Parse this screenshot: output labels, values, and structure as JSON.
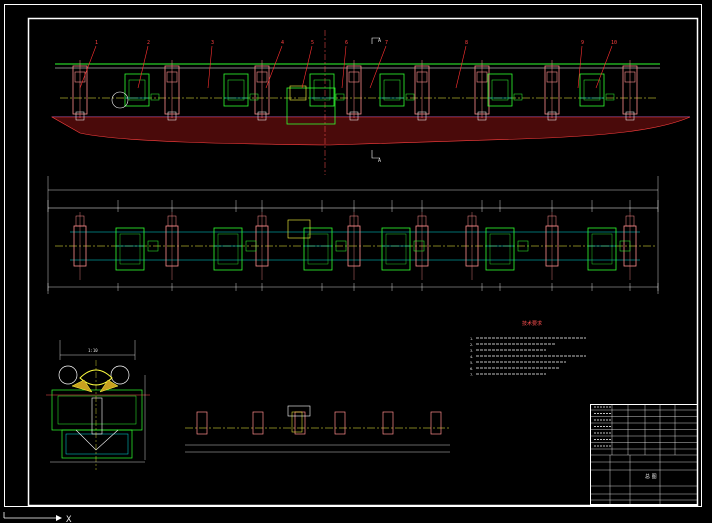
{
  "drawing": {
    "section_marks": [
      "A",
      "A"
    ],
    "scale_text": "1:10",
    "ucs_axis_x": "X",
    "callouts": [
      "1",
      "2",
      "3",
      "4",
      "5",
      "6",
      "7",
      "8",
      "9",
      "10"
    ]
  },
  "notes": {
    "title": "技术要求",
    "lines": [
      "1.",
      "2.",
      "3.",
      "4.",
      "5.",
      "6.",
      "7."
    ]
  },
  "title_block": {
    "name": "总 图"
  },
  "colors": {
    "frame": "#ffffff",
    "green": "#30ff30",
    "salmon": "#ff8c8c",
    "cyan": "#00e0e0",
    "yellow": "#ffff40",
    "red": "#ff3030",
    "blue": "#4060ff"
  }
}
